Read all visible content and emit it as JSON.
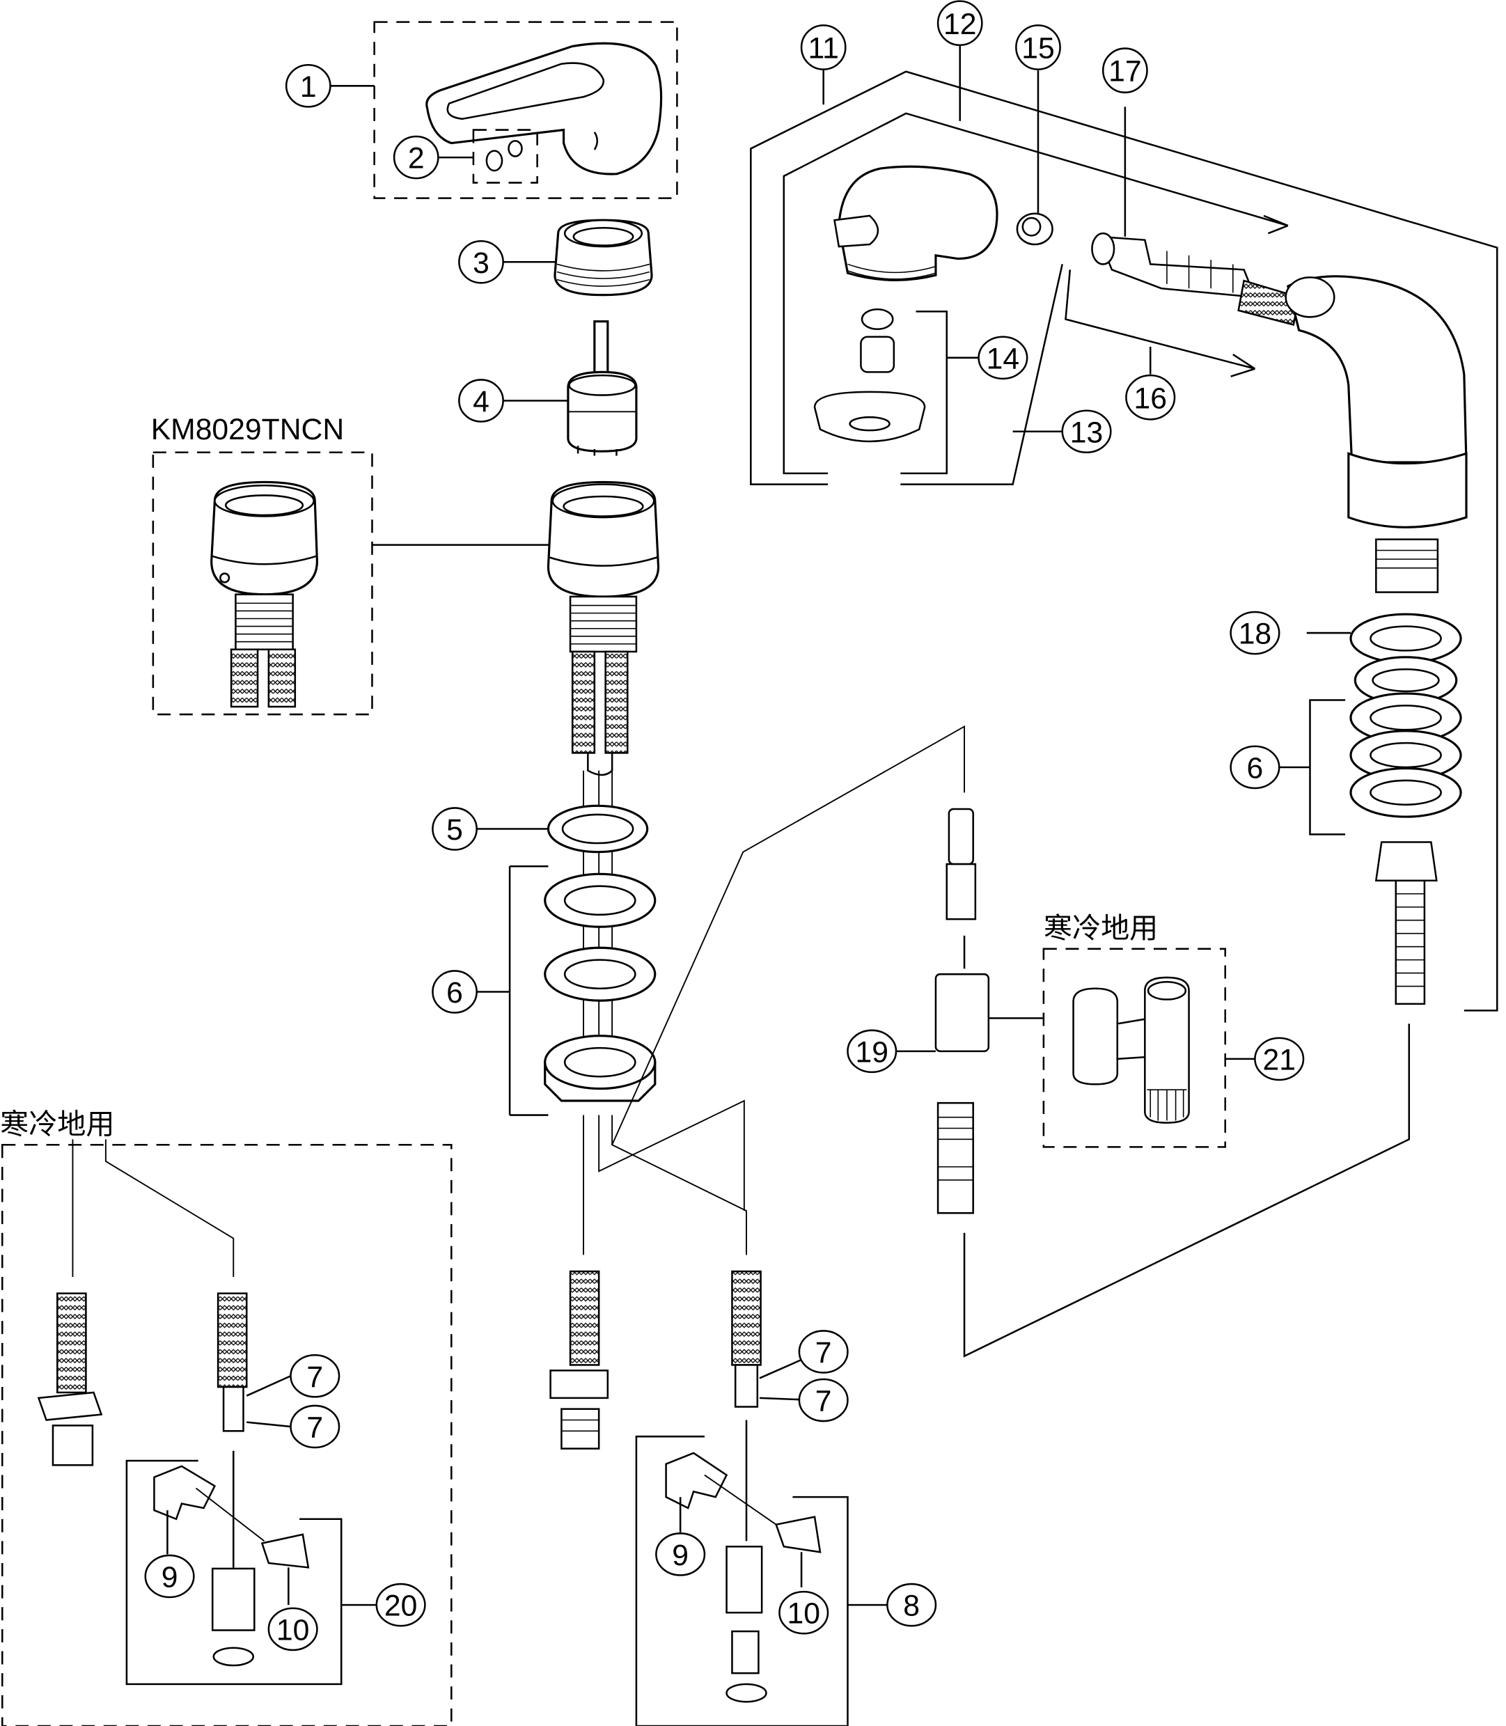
{
  "diagram": {
    "title": "Faucet exploded parts diagram",
    "line_color": "#000000",
    "background": "#ffffff"
  },
  "labels": {
    "model_variant": "KM8029TNCN",
    "cold_region_left": "寒冷地用",
    "cold_region_right": "寒冷地用"
  },
  "callouts": [
    {
      "id": "c1",
      "number": "1"
    },
    {
      "id": "c2",
      "number": "2"
    },
    {
      "id": "c3",
      "number": "3"
    },
    {
      "id": "c4",
      "number": "4"
    },
    {
      "id": "c5",
      "number": "5"
    },
    {
      "id": "c6a",
      "number": "6"
    },
    {
      "id": "c6b",
      "number": "6"
    },
    {
      "id": "c7a",
      "number": "7"
    },
    {
      "id": "c7b",
      "number": "7"
    },
    {
      "id": "c7c",
      "number": "7"
    },
    {
      "id": "c7d",
      "number": "7"
    },
    {
      "id": "c8",
      "number": "8"
    },
    {
      "id": "c9a",
      "number": "9"
    },
    {
      "id": "c9b",
      "number": "9"
    },
    {
      "id": "c10a",
      "number": "10"
    },
    {
      "id": "c10b",
      "number": "10"
    },
    {
      "id": "c11",
      "number": "11"
    },
    {
      "id": "c12",
      "number": "12"
    },
    {
      "id": "c13",
      "number": "13"
    },
    {
      "id": "c14",
      "number": "14"
    },
    {
      "id": "c15",
      "number": "15"
    },
    {
      "id": "c16",
      "number": "16"
    },
    {
      "id": "c17",
      "number": "17"
    },
    {
      "id": "c18",
      "number": "18"
    },
    {
      "id": "c19",
      "number": "19"
    },
    {
      "id": "c20",
      "number": "20"
    },
    {
      "id": "c21",
      "number": "21"
    }
  ]
}
